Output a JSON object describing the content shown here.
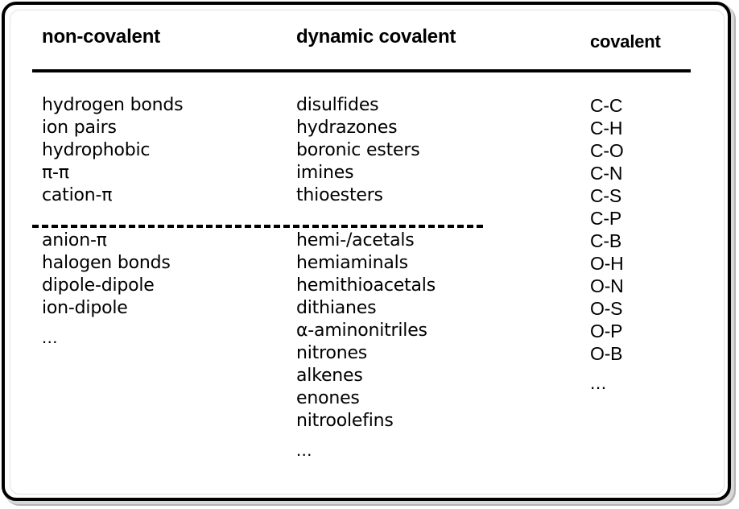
{
  "figure": {
    "kind": "three-column comparison table",
    "frame_color": "#000000",
    "text_color": "#000000",
    "background": "#ffffff"
  },
  "columns": [
    {
      "id": "non-covalent",
      "header": "non-covalent",
      "groups": [
        {
          "id": "non-covalent-strong",
          "items": [
            "hydrogen bonds",
            "ion pairs",
            "hydrophobic",
            "π-π",
            "cation-π"
          ]
        },
        {
          "id": "non-covalent-weak",
          "items": [
            "anion-π",
            "halogen bonds",
            "dipole-dipole",
            "ion-dipole"
          ],
          "continuation": "..."
        }
      ]
    },
    {
      "id": "dynamic-covalent",
      "header": "dynamic covalent",
      "groups": [
        {
          "id": "dynamic-covalent-common",
          "items": [
            "disulfides",
            "hydrazones",
            "boronic esters",
            "imines",
            "thioesters"
          ]
        },
        {
          "id": "dynamic-covalent-other",
          "items": [
            "hemi-/acetals",
            "hemiaminals",
            "hemithioacetals",
            "dithianes",
            "α-aminonitriles",
            "nitrones",
            "alkenes",
            "enones",
            "nitroolefins"
          ],
          "continuation": "..."
        }
      ]
    },
    {
      "id": "covalent",
      "header": "covalent",
      "groups": [
        {
          "id": "covalent-bonds",
          "items": [
            "C-C",
            "C-H",
            "C-O",
            "C-N",
            "C-S",
            "C-P",
            "C-B",
            "O-H",
            "O-N",
            "O-S",
            "O-P",
            "O-B"
          ],
          "continuation": "..."
        }
      ]
    }
  ],
  "rules": {
    "header_rule": "solid",
    "group_divider": "dashed"
  }
}
